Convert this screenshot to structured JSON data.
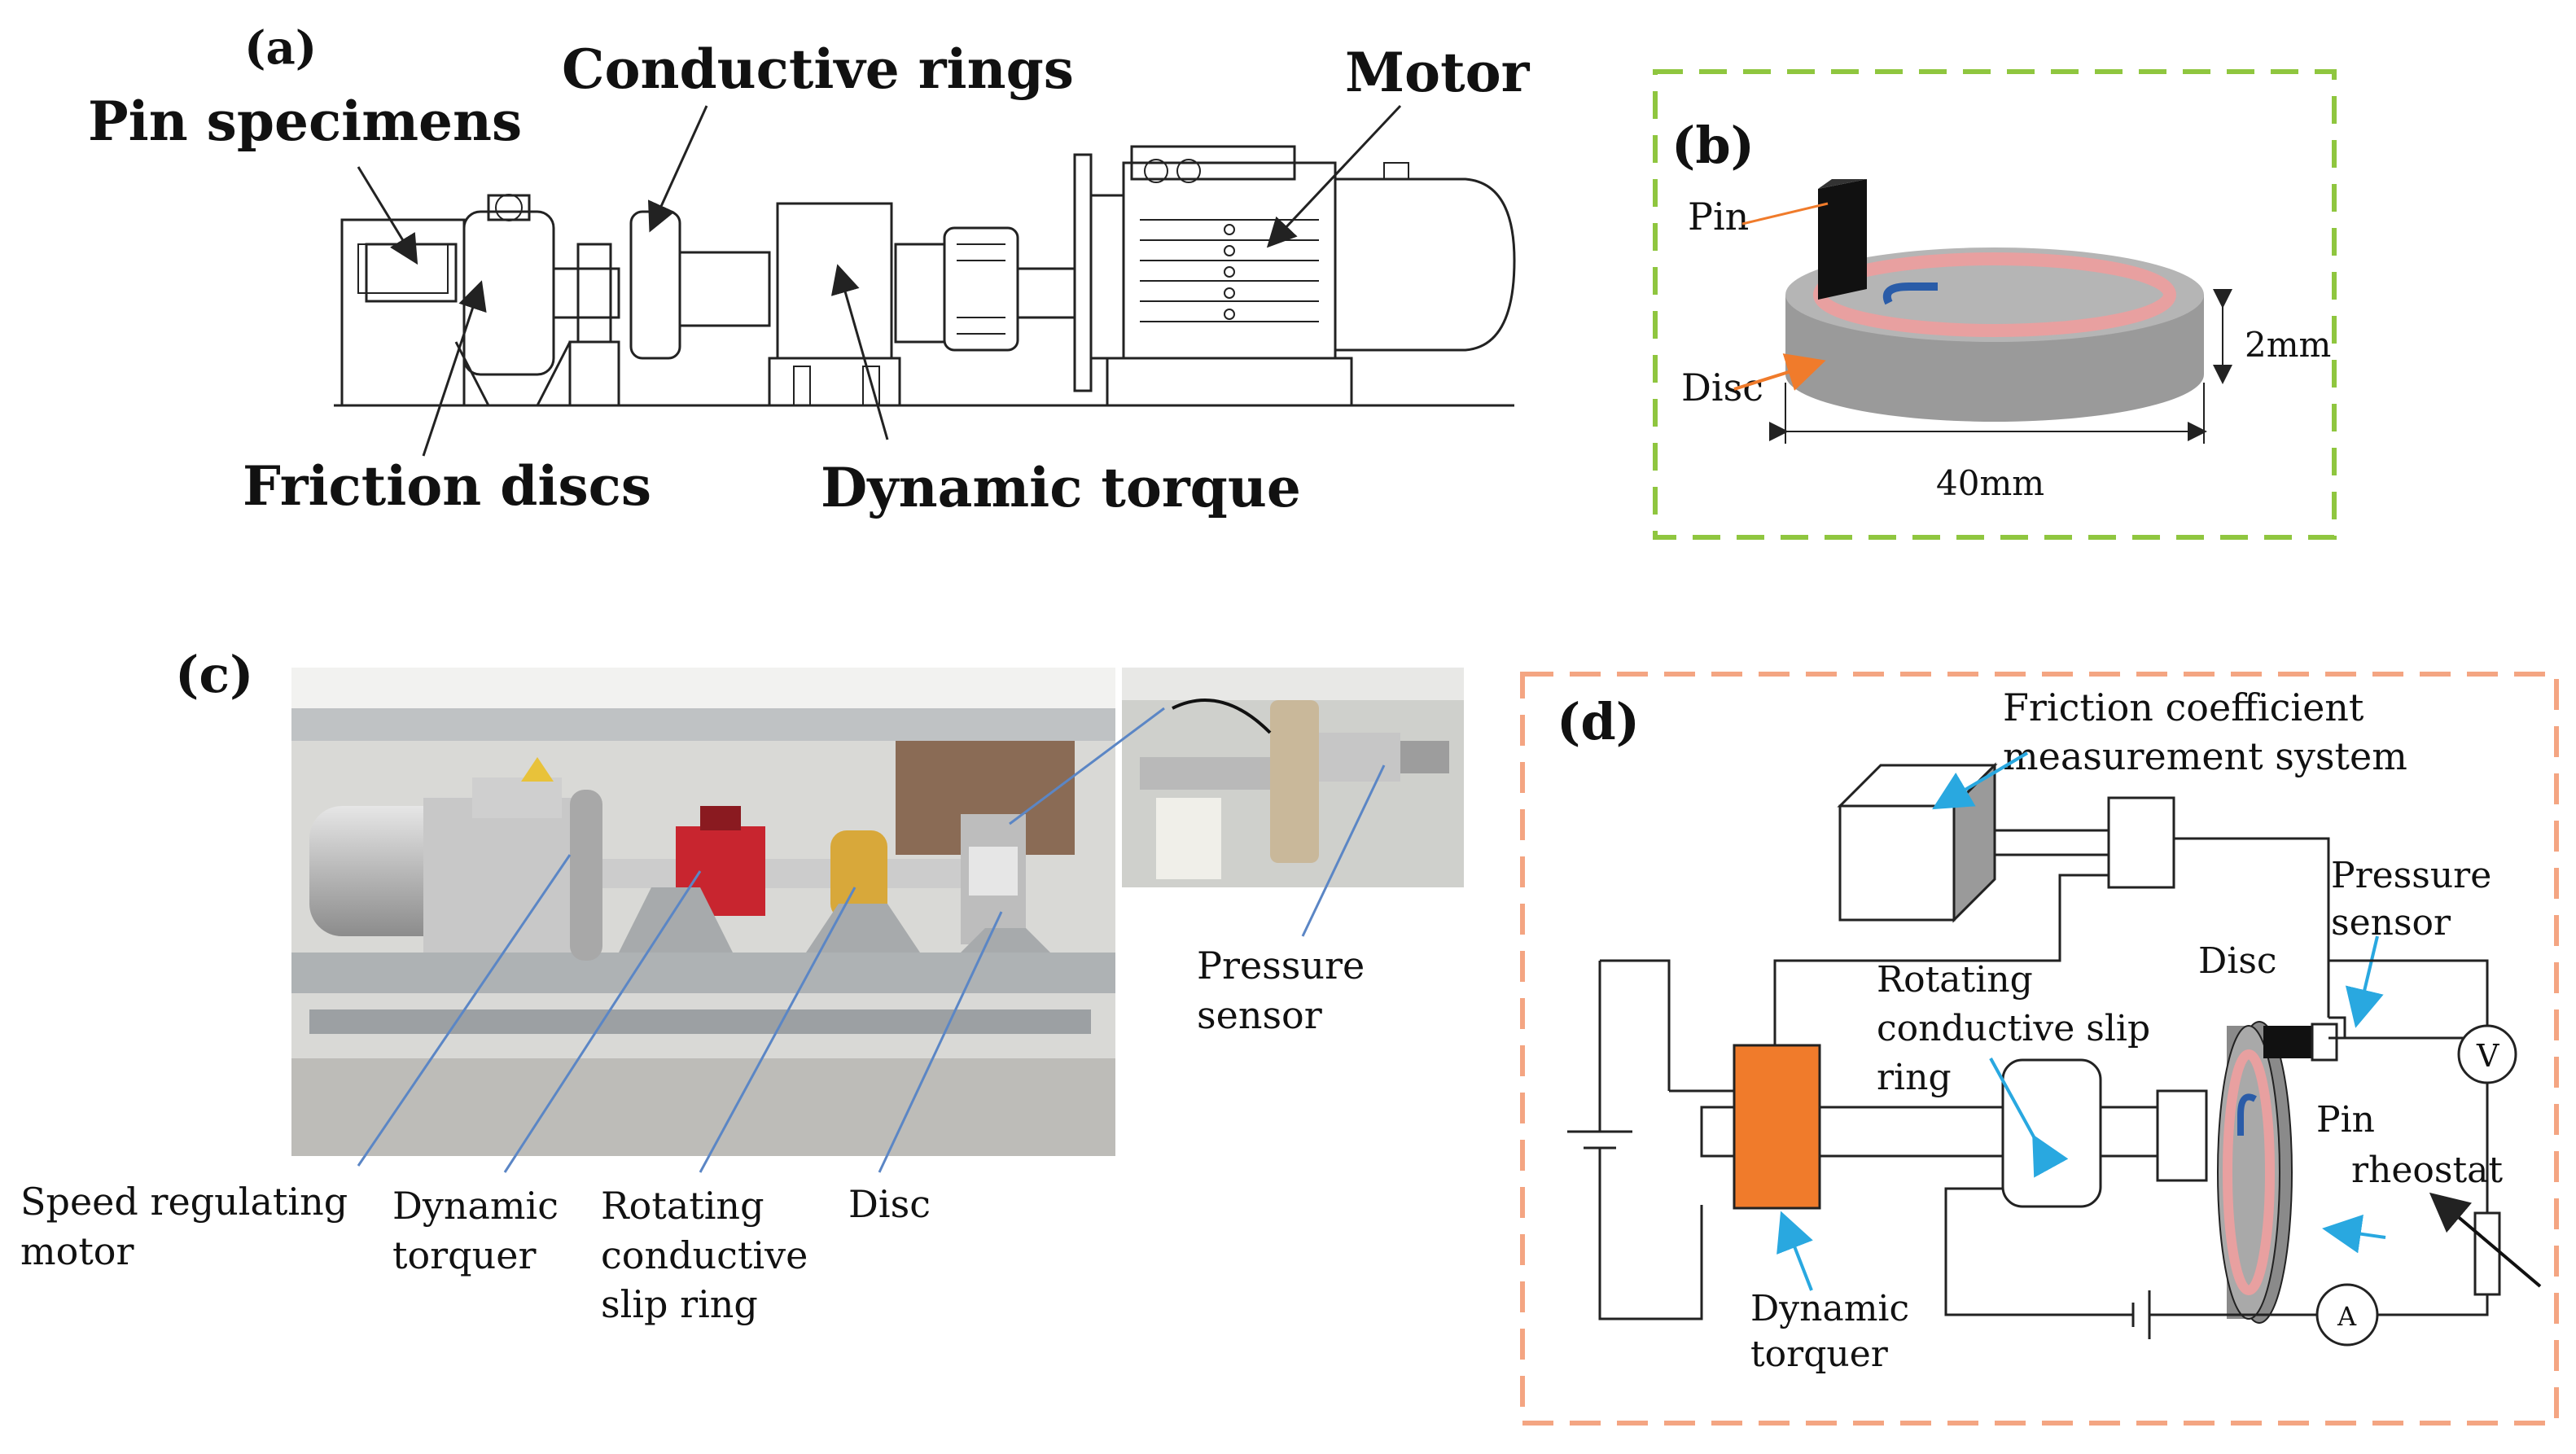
{
  "panel_a": {
    "tag": "(a)",
    "labels": {
      "pin_specimens": "Pin specimens",
      "conductive_rings": "Conductive rings",
      "motor": "Motor",
      "friction_discs": "Friction discs",
      "dynamic_torque": "Dynamic torque"
    }
  },
  "panel_b": {
    "tag": "(b)",
    "labels": {
      "pin": "Pin",
      "disc": "Disc",
      "thickness": "2mm",
      "diameter": "40mm"
    },
    "frame_color": "#8fc63f"
  },
  "panel_c": {
    "tag": "(c)",
    "labels": {
      "speed_motor_1": "Speed regulating",
      "speed_motor_2": "motor",
      "torquer_1": "Dynamic",
      "torquer_2": "torquer",
      "slip_1": "Rotating",
      "slip_2": "conductive",
      "slip_3": "slip ring",
      "disc": "Disc",
      "pressure_1": "Pressure",
      "pressure_2": "sensor"
    },
    "leader_color": "#5b86c5"
  },
  "panel_d": {
    "tag": "(d)",
    "labels": {
      "friction_1": "Friction coefficient",
      "friction_2": "measurement system",
      "pressure_1": "Pressure",
      "pressure_2": "sensor",
      "disc": "Disc",
      "slip_1": "Rotating",
      "slip_2": "conductive slip",
      "slip_3": "ring",
      "pin": "Pin",
      "rheostat": "rheostat",
      "volt": "V",
      "amp": "A",
      "torquer_1": "Dynamic",
      "torquer_2": "torquer"
    },
    "frame_color": "#f4a582",
    "torquer_color": "#f07b2b",
    "arrow_color": "#29a8e0"
  }
}
